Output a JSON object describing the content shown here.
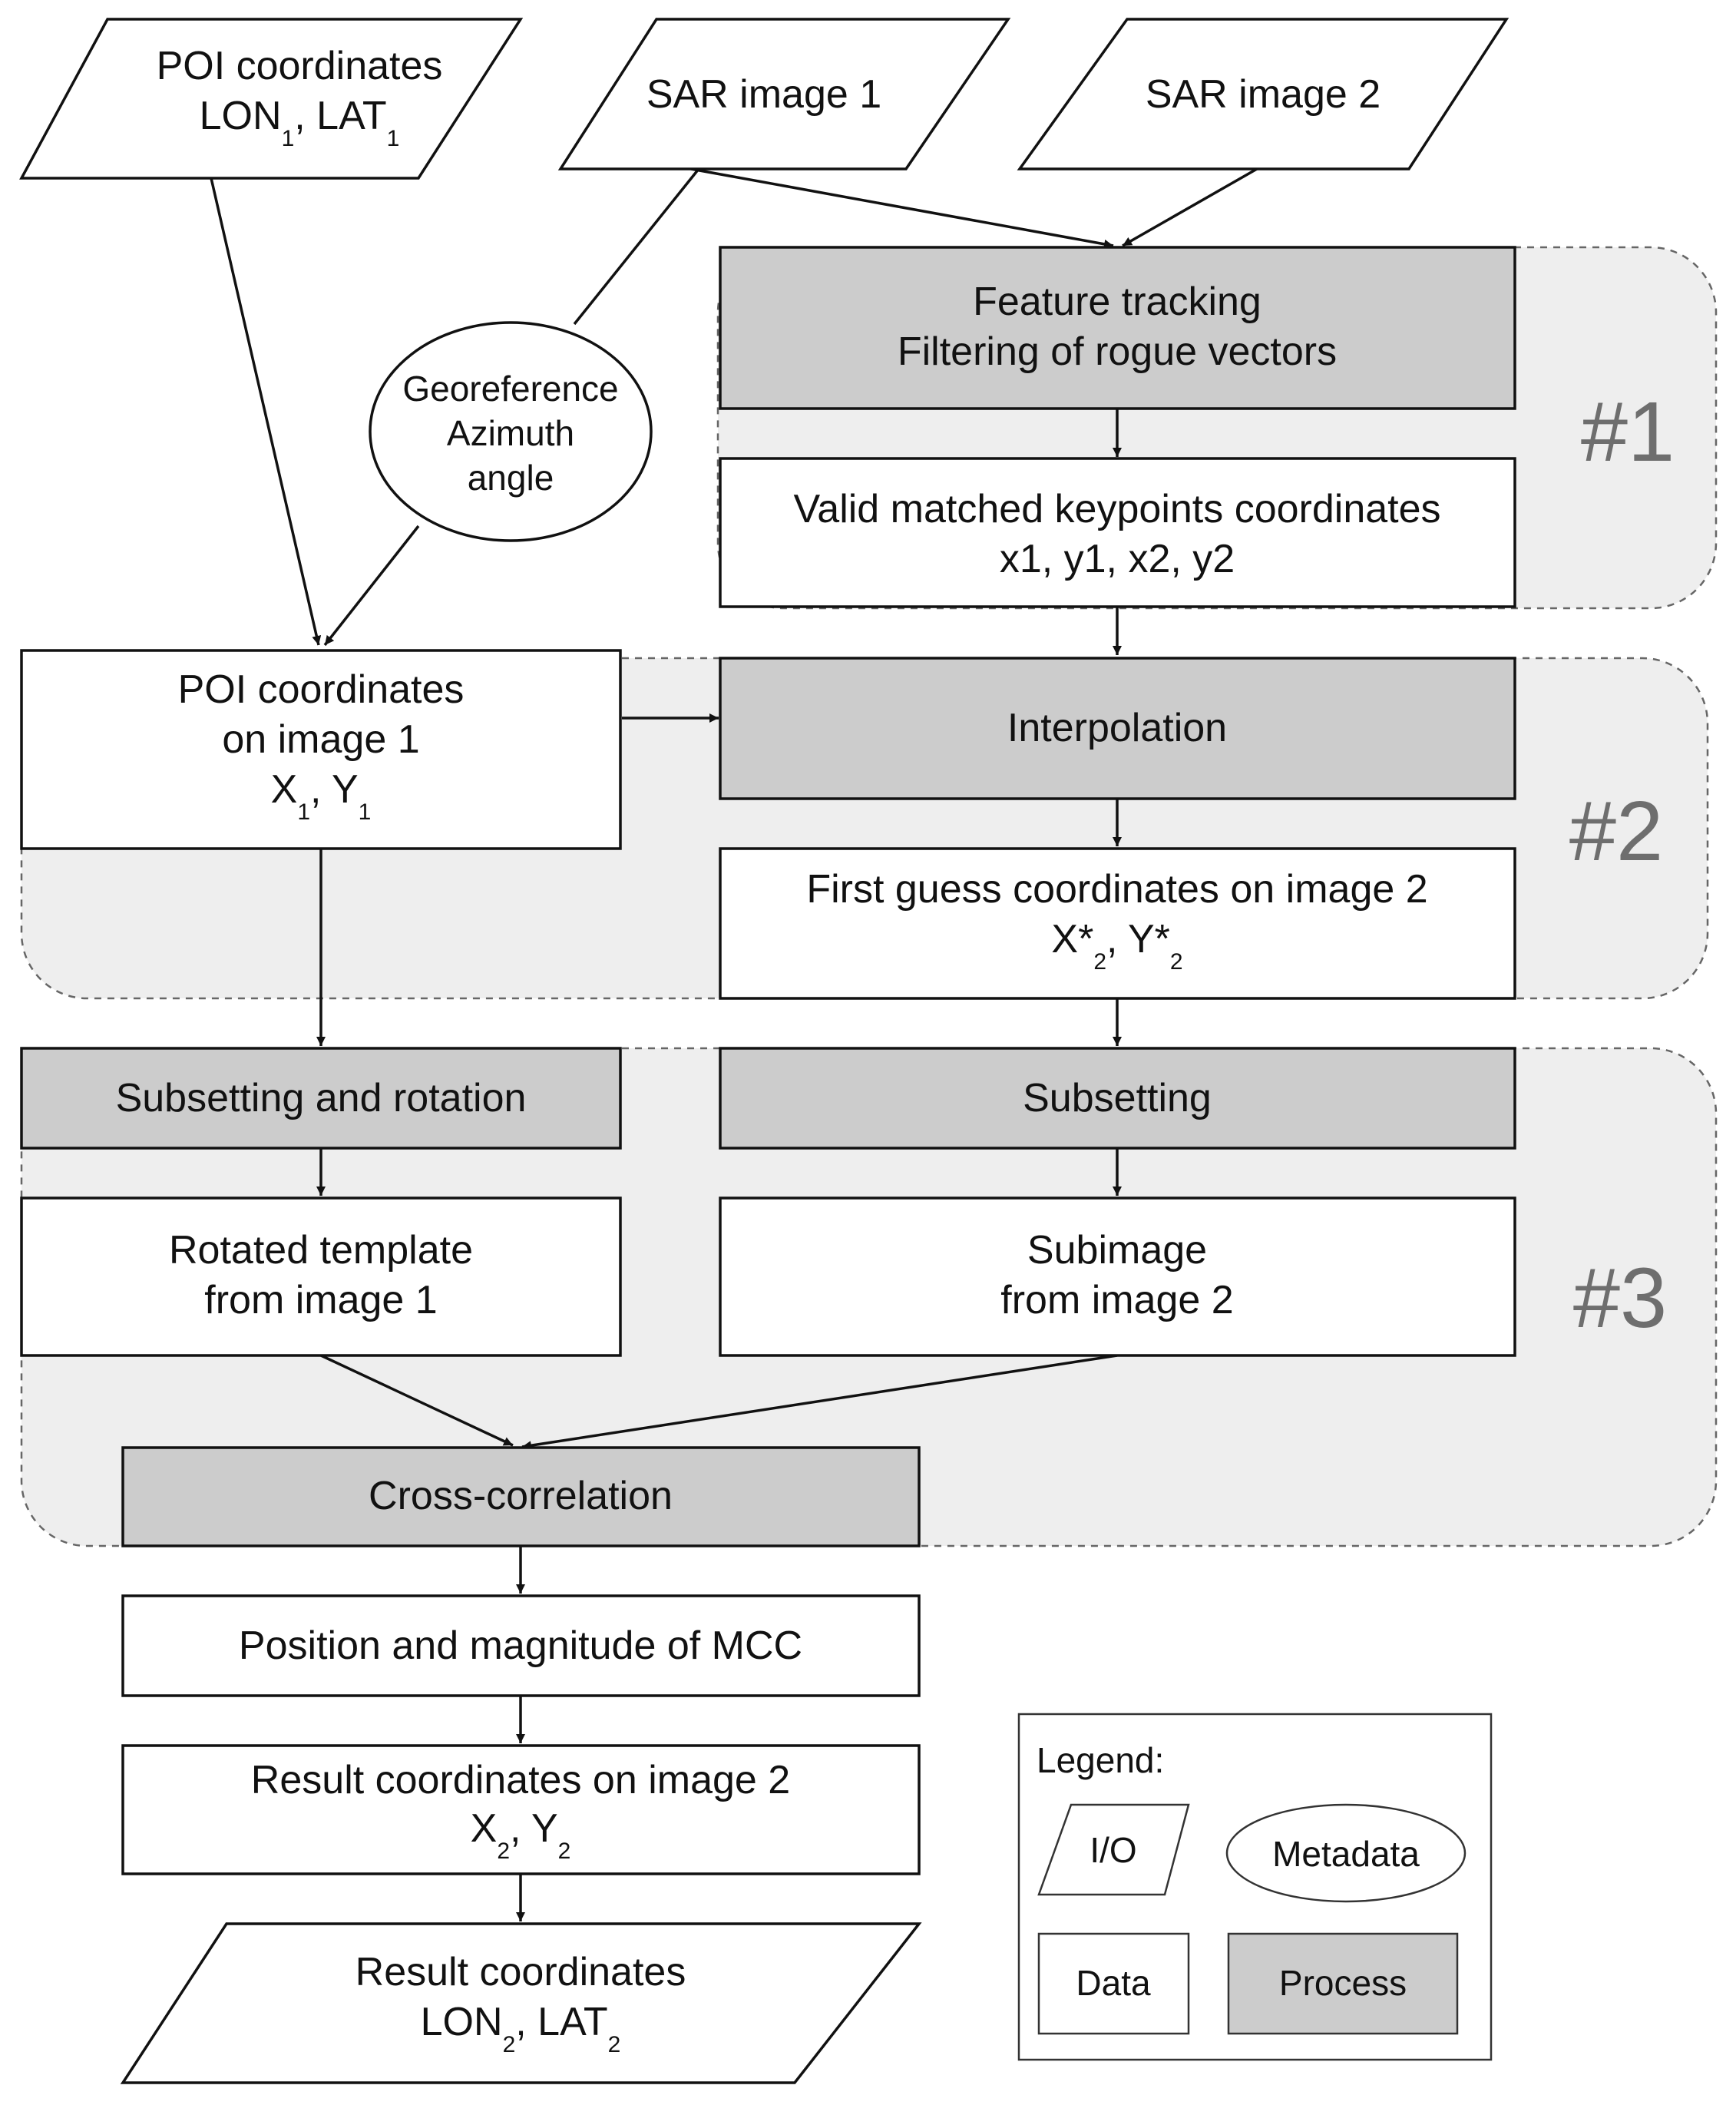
{
  "groups": {
    "g1": "#1",
    "g2": "#2",
    "g3": "#3"
  },
  "nodes": {
    "poi_input": {
      "line1": "POI coordinates",
      "l2a": "LON",
      "l2a_sub": "1",
      "l2b": ", LAT",
      "l2b_sub": "1"
    },
    "sar1": {
      "label": "SAR image 1"
    },
    "sar2": {
      "label": "SAR image 2"
    },
    "georef": {
      "line1": "Georeference",
      "line2": "Azimuth",
      "line3": "angle"
    },
    "feature": {
      "line1": "Feature tracking",
      "line2": "Filtering of rogue vectors"
    },
    "keypoints": {
      "line1": "Valid matched keypoints coordinates",
      "line2": "x1, y1, x2, y2"
    },
    "poi_img1": {
      "line1": "POI coordinates",
      "line2": "on image 1",
      "l3a": "X",
      "l3a_sub": "1",
      "l3b": ", Y",
      "l3b_sub": "1"
    },
    "interp": {
      "label": "Interpolation"
    },
    "firstguess": {
      "line1": "First guess coordinates on image 2",
      "l2a": "X*",
      "l2a_sub": "2",
      "l2b": ", Y*",
      "l2b_sub": "2"
    },
    "subrot": {
      "label": "Subsetting and rotation"
    },
    "subset": {
      "label": "Subsetting"
    },
    "rottemplate": {
      "line1": "Rotated template",
      "line2": "from image 1"
    },
    "subimage": {
      "line1": "Subimage",
      "line2": "from image 2"
    },
    "crosscorr": {
      "label": "Cross-correlation"
    },
    "mcc": {
      "label": "Position and magnitude of MCC"
    },
    "result_img2": {
      "line1": "Result coordinates on image 2",
      "l2a": "X",
      "l2a_sub": "2",
      "l2b": ", Y",
      "l2b_sub": "2"
    },
    "result_out": {
      "line1": "Result coordinates",
      "l2a": "LON",
      "l2a_sub": "2",
      "l2b": ", LAT",
      "l2b_sub": "2"
    }
  },
  "legend": {
    "title": "Legend:",
    "io": "I/O",
    "metadata": "Metadata",
    "data": "Data",
    "process": "Process"
  },
  "colors": {
    "process_fill": "#cccccc",
    "group_fill": "#eeeeee",
    "group_label": "#6e6e6e"
  }
}
